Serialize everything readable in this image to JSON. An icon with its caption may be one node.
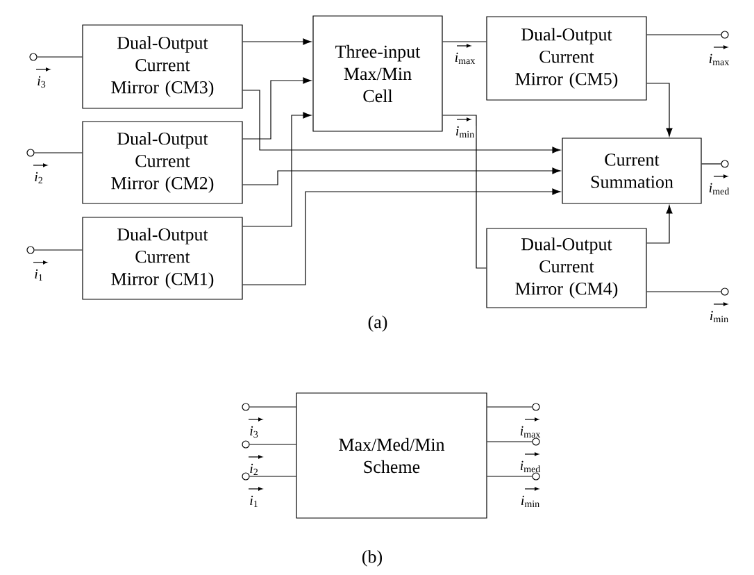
{
  "diagram": {
    "nodes": [
      {
        "text": [
          "Dual-Output Current Mirror (CM3)"
        ]
      },
      {
        "text": [
          "Dual-Output Current Mirror (CM2)"
        ]
      },
      {
        "text": [
          "Dual-Output Current Mirror (CM1)"
        ]
      },
      {
        "text": [
          "Three-input Max/Min Cell"
        ]
      },
      {
        "text": [
          "Dual-Output Current Mirror (CM5)"
        ]
      },
      {
        "text": [
          "Current Summation"
        ]
      },
      {
        "text": [
          "Dual-Output Current Mirror (CM4)"
        ]
      },
      {
        "text": [
          "Max/Med/Min Scheme"
        ]
      },
      {
        "text": [],
        "shape": "circle",
        "beside": [
          "*i*$_{3}$"
        ]
      },
      {
        "text": [],
        "shape": "circle",
        "beside": [
          "*i*$_{2}$"
        ]
      },
      {
        "text": [],
        "shape": "circle",
        "beside": [
          "*i*$_{1}$"
        ]
      },
      {
        "text": [],
        "shape": "circle",
        "beside": [
          "*i*$_{max}$"
        ]
      },
      {
        "text": [],
        "shape": "circle",
        "beside": [
          "*i*$_{med}$"
        ]
      },
      {
        "text": [],
        "shape": "circle",
        "beside": [
          "*i*$_{min}$"
        ]
      },
      {
        "text": [],
        "shape": "circle",
        "beside": [
          "*i*$_{3}$"
        ]
      },
      {
        "text": [],
        "shape": "circle",
        "beside": [
          "*i*$_{2}$"
        ]
      },
      {
        "text": [],
        "shape": "circle",
        "beside": [
          "*i*$_{1}$"
        ]
      },
      {
        "text": [],
        "shape": "circle",
        "beside": [
          "*i*$_{max}$"
        ]
      },
      {
        "text": [],
        "shape": "circle",
        "beside": [
          "*i*$_{med}$"
        ]
      },
      {
        "text": [],
        "shape": "circle",
        "beside": [
          "*i*$_{min}$"
        ]
      }
    ],
    "edges": [
      {
        "from": 8,
        "to": 0,
        "arrow": "none"
      },
      {
        "from": 9,
        "to": 1,
        "arrow": "none"
      },
      {
        "from": 10,
        "to": 2,
        "arrow": "none"
      },
      {
        "from": 0,
        "to": 3,
        "arrow": "to"
      },
      {
        "from": 0,
        "to": 5,
        "arrow": "to"
      },
      {
        "from": 1,
        "to": 3,
        "arrow": "to"
      },
      {
        "from": 1,
        "to": 5,
        "arrow": "to"
      },
      {
        "from": 2,
        "to": 3,
        "arrow": "to"
      },
      {
        "from": 2,
        "to": 5,
        "arrow": "to"
      },
      {
        "from": 3,
        "to": 4,
        "arrow": "none",
        "label": "*i*$_{max}$"
      },
      {
        "from": 3,
        "to": 6,
        "arrow": "none",
        "label": "*i*$_{min}$"
      },
      {
        "from": 4,
        "to": 11,
        "arrow": "none"
      },
      {
        "from": 4,
        "to": 5,
        "arrow": "to"
      },
      {
        "from": 5,
        "to": 12,
        "arrow": "none"
      },
      {
        "from": 6,
        "to": 5,
        "arrow": "to"
      },
      {
        "from": 6,
        "to": 13,
        "arrow": "none"
      },
      {
        "from": 14,
        "to": 7,
        "arrow": "none"
      },
      {
        "from": 15,
        "to": 7,
        "arrow": "none"
      },
      {
        "from": 16,
        "to": 7,
        "arrow": "none"
      },
      {
        "from": 7,
        "to": 17,
        "arrow": "none"
      },
      {
        "from": 7,
        "to": 18,
        "arrow": "none"
      },
      {
        "from": 7,
        "to": 19,
        "arrow": "none"
      }
    ],
    "labels": [
      "(a)",
      "(b)"
    ]
  }
}
